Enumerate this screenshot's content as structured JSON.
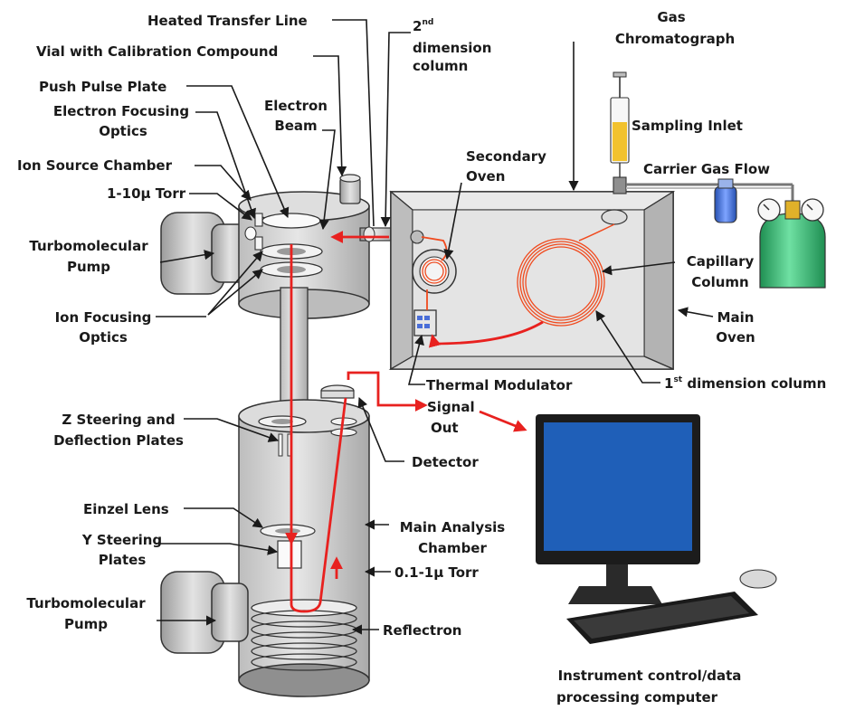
{
  "labels": {
    "heated_transfer_line": "Heated Transfer Line",
    "second_dim_sup": "nd",
    "second_dim_num": "2",
    "second_dim_line2": "dimension",
    "second_dim_line3": "column",
    "gas_chrom_line1": "Gas",
    "gas_chrom_line2": "Chromatograph",
    "vial": "Vial with Calibration Compound",
    "push_pulse_plate": "Push Pulse Plate",
    "electron_focusing_1": "Electron Focusing",
    "electron_focusing_2": "Optics",
    "electron_beam_1": "Electron",
    "electron_beam_2": "Beam",
    "sampling_inlet": "Sampling Inlet",
    "secondary_oven_1": "Secondary",
    "secondary_oven_2": "Oven",
    "ion_source_chamber": "Ion Source Chamber",
    "carrier_gas_flow": "Carrier Gas Flow",
    "torr_source": "1-10μ Torr",
    "turbo_pump_top_1": "Turbomolecular",
    "turbo_pump_top_2": "Pump",
    "capillary_column_1": "Capillary",
    "capillary_column_2": "Column",
    "ion_focusing_1": "Ion Focusing",
    "ion_focusing_2": "Optics",
    "main_oven_1": "Main",
    "main_oven_2": "Oven",
    "thermal_modulator": "Thermal Modulator",
    "first_dim_num": "1",
    "first_dim_sup": "st",
    "first_dim_rest": " dimension column",
    "signal_out_1": "Signal",
    "signal_out_2": "Out",
    "z_steering_1": "Z Steering and",
    "z_steering_2": "Deflection Plates",
    "detector": "Detector",
    "einzel_lens": "Einzel Lens",
    "main_analysis_1": "Main Analysis",
    "main_analysis_2": "Chamber",
    "y_steering_1": "Y Steering",
    "y_steering_2": "Plates",
    "torr_analysis": "0.1-1μ Torr",
    "turbo_pump_bottom_1": "Turbomolecular",
    "turbo_pump_bottom_2": "Pump",
    "reflectron": "Reflectron",
    "computer_1": "Instrument control/data",
    "computer_2": "processing computer"
  },
  "colors": {
    "ion_path": "#e8211f",
    "chamber_gray": "#d4d4d4",
    "oven_gray": "#cfcfcf",
    "monitor_screen": "#1f5fb8",
    "gas_tank": "#3fbf7a",
    "sample_liquid": "#f2c22e",
    "filter_blue": "#3d6fd9"
  },
  "icons": {
    "monitor": "monitor-icon",
    "keyboard": "keyboard-icon",
    "mouse": "mouse-icon",
    "gas_cylinder": "gas-cylinder-icon",
    "syringe": "syringe-icon"
  }
}
